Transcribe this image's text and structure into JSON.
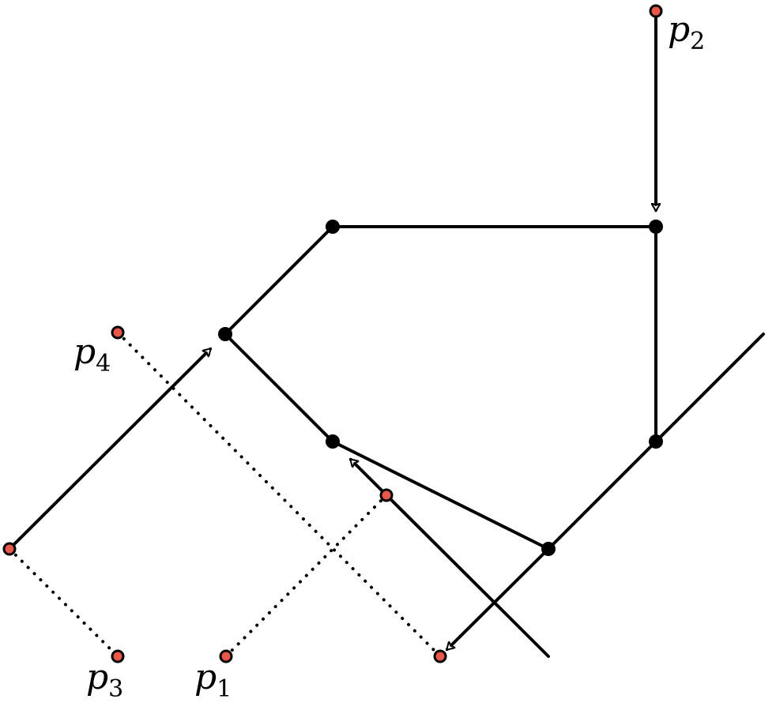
{
  "colors": {
    "stroke": "#000000",
    "vertex": "#000000",
    "point_fill": "#e8574a",
    "background": "#ffffff"
  },
  "labels": {
    "p1": {
      "base": "p",
      "sub": "1"
    },
    "p2": {
      "base": "p",
      "sub": "2"
    },
    "p3": {
      "base": "p",
      "sub": "3"
    },
    "p4": {
      "base": "p",
      "sub": "4"
    }
  }
}
